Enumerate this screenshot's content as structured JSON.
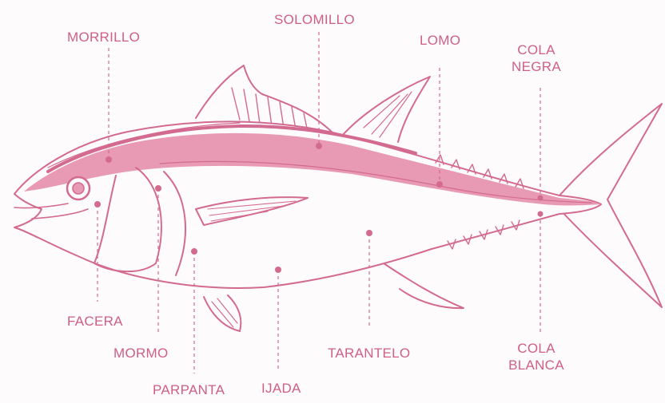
{
  "colors": {
    "line": "#d36a8f",
    "fill_dark": "#e89ab4",
    "fill_light": "#f7d6e1",
    "label": "#cf5f86",
    "background": "#fdfbfb"
  },
  "labels": {
    "morrillo": "MORRILLO",
    "solomillo": "SOLOMILLO",
    "lomo": "LOMO",
    "cola_negra_1": "COLA",
    "cola_negra_2": "NEGRA",
    "facera": "FACERA",
    "mormo": "MORMO",
    "parpanta": "PARPANTA",
    "ijada": "IJADA",
    "tarantelo": "TARANTELO",
    "cola_blanca_1": "COLA",
    "cola_blanca_2": "BLANCA"
  }
}
